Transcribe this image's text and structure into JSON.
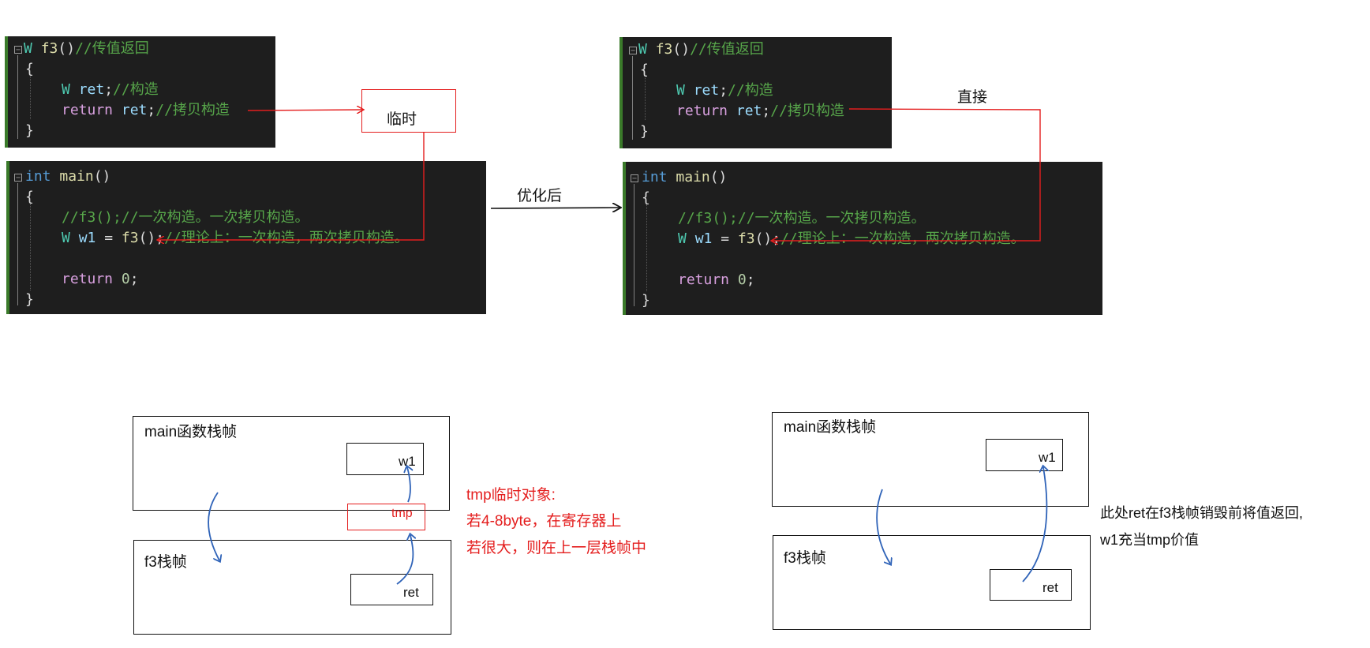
{
  "left": {
    "f3": {
      "sig_type": "W",
      "sig_name": "f3",
      "sig_parens": "()",
      "sig_comment": "//传值返回",
      "open_brace": "{",
      "l1_type": "W",
      "l1_var": "ret",
      "l1_semi": ";",
      "l1_comment": "//构造",
      "l2_kw": "return",
      "l2_var": "ret",
      "l2_semi": ";",
      "l2_comment": "//拷贝构造",
      "close_brace": "}"
    },
    "main": {
      "sig_type": "int",
      "sig_name": "main",
      "sig_parens": "()",
      "open_brace": "{",
      "l1_comment": "//f3();//一次构造。一次拷贝构造。",
      "l2_type": "W",
      "l2_var": "w1",
      "l2_eq": " = ",
      "l2_call": "f3",
      "l2_call_rest": "();",
      "l2_comment": "//理论上：一次构造，两次拷贝构造。",
      "l3_kw": "return",
      "l3_num": "0",
      "l3_semi": ";",
      "close_brace": "}"
    },
    "temp_label": "临时"
  },
  "middle": {
    "optimized_label": "优化后"
  },
  "right": {
    "f3": {
      "sig_type": "W",
      "sig_name": "f3",
      "sig_parens": "()",
      "sig_comment": "//传值返回",
      "open_brace": "{",
      "l1_type": "W",
      "l1_var": "ret",
      "l1_semi": ";",
      "l1_comment": "//构造",
      "l2_kw": "return",
      "l2_var": "ret",
      "l2_semi": ";",
      "l2_comment": "//拷贝构造",
      "close_brace": "}"
    },
    "main": {
      "sig_type": "int",
      "sig_name": "main",
      "sig_parens": "()",
      "open_brace": "{",
      "l1_comment": "//f3();//一次构造。一次拷贝构造。",
      "l2_type": "W",
      "l2_var": "w1",
      "l2_eq": " = ",
      "l2_call": "f3",
      "l2_call_rest": "();",
      "l2_comment": "//理论上：一次构造，两次拷贝构造。",
      "l3_kw": "return",
      "l3_num": "0",
      "l3_semi": ";",
      "close_brace": "}"
    },
    "direct_label": "直接"
  },
  "bottom_left": {
    "main_frame_label": "main函数栈帧",
    "w1_label": "w1",
    "tmp_label": "tmp",
    "f3_frame_label": "f3栈帧",
    "ret_label": "ret",
    "note_line1": "tmp临时对象:",
    "note_line2": "若4-8byte，在寄存器上",
    "note_line3": "若很大，则在上一层栈帧中"
  },
  "bottom_right": {
    "main_frame_label": "main函数栈帧",
    "w1_label": "w1",
    "f3_frame_label": "f3栈帧",
    "ret_label": "ret",
    "note_line1": "此处ret在f3栈帧销毁前将值返回,",
    "note_line2": "w1充当tmp价值"
  },
  "colors": {
    "code_bg": "#1e1e1e",
    "red": "#e41e1e",
    "blue": "#2f63b8"
  }
}
